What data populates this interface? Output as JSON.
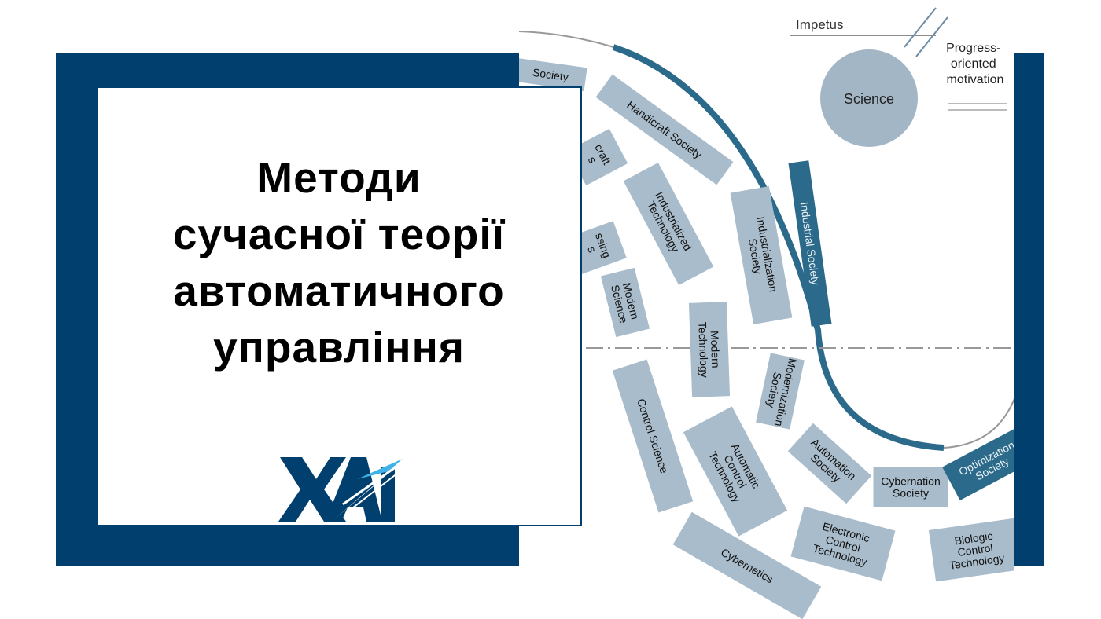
{
  "title_lines": [
    "Методи",
    "сучасної теорії",
    "автоматичного",
    "управління"
  ],
  "logo_text": "ХАІ",
  "colors": {
    "navy": "#003f6e",
    "box": "#a9bccb",
    "teal": "#2b6a8a",
    "logo_accent": "#3fb3e8"
  },
  "diagram": {
    "impetus": "Impetus",
    "science": "Science",
    "motivation": [
      "Progress-",
      "oriented",
      "motivation"
    ],
    "boxes": [
      {
        "id": "society-partial",
        "lines": [
          "Society"
        ],
        "teal": false
      },
      {
        "id": "handicraft-society",
        "lines": [
          "Handicraft Society"
        ],
        "teal": false
      },
      {
        "id": "craft-partial",
        "lines": [
          "craft",
          "s"
        ],
        "teal": false
      },
      {
        "id": "processing-partial",
        "lines": [
          "ssing",
          "s"
        ],
        "teal": false
      },
      {
        "id": "industrialized-technology",
        "lines": [
          "Industrialized",
          "Technology"
        ],
        "teal": false
      },
      {
        "id": "industrialization-society",
        "lines": [
          "Industrialization",
          "Society"
        ],
        "teal": false
      },
      {
        "id": "industrial-society",
        "lines": [
          "Industrial Society"
        ],
        "teal": true
      },
      {
        "id": "modern-science",
        "lines": [
          "Modern",
          "Science"
        ],
        "teal": false
      },
      {
        "id": "modern-technology",
        "lines": [
          "Modern",
          "Technology"
        ],
        "teal": false
      },
      {
        "id": "modernization-society",
        "lines": [
          "Modernization",
          "Society"
        ],
        "teal": false
      },
      {
        "id": "control-science",
        "lines": [
          "Control Science"
        ],
        "teal": false
      },
      {
        "id": "automatic-control-technology",
        "lines": [
          "Automatic",
          "Control",
          "Technology"
        ],
        "teal": false
      },
      {
        "id": "automation-society",
        "lines": [
          "Automation",
          "Society"
        ],
        "teal": false
      },
      {
        "id": "cybernation-society",
        "lines": [
          "Cybernation",
          "Society"
        ],
        "teal": false
      },
      {
        "id": "optimization-society",
        "lines": [
          "Optimization",
          "Society"
        ],
        "teal": true
      },
      {
        "id": "electronic-control-technology",
        "lines": [
          "Electronic",
          "Control",
          "Technology"
        ],
        "teal": false
      },
      {
        "id": "biologic-control-technology",
        "lines": [
          "Biologic",
          "Control",
          "Technology"
        ],
        "teal": false
      },
      {
        "id": "cybernetics",
        "lines": [
          "Cybernetics"
        ],
        "teal": false
      }
    ]
  }
}
